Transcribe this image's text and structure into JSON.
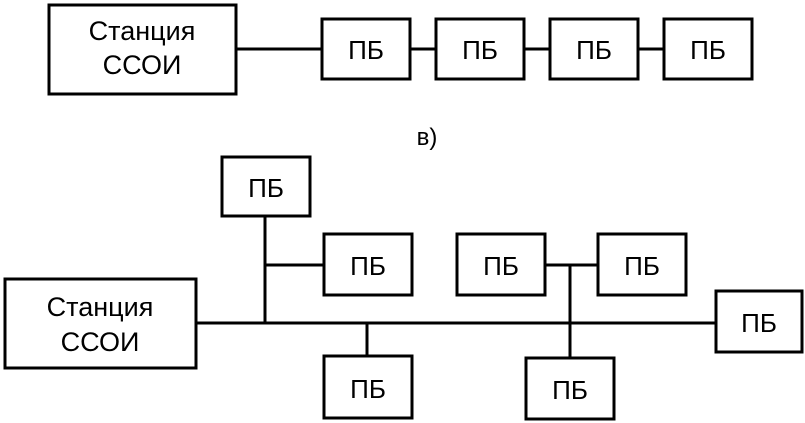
{
  "top_scheme": {
    "station": {
      "line1": "Станция",
      "line2": "ССОИ"
    },
    "blocks": [
      "ПБ",
      "ПБ",
      "ПБ",
      "ПБ"
    ]
  },
  "caption": "в)",
  "bottom_scheme": {
    "station": {
      "line1": "Станция",
      "line2": "ССОИ"
    },
    "blocks": [
      "ПБ",
      "ПБ",
      "ПБ",
      "ПБ",
      "ПБ",
      "ПБ",
      "ПБ"
    ]
  }
}
